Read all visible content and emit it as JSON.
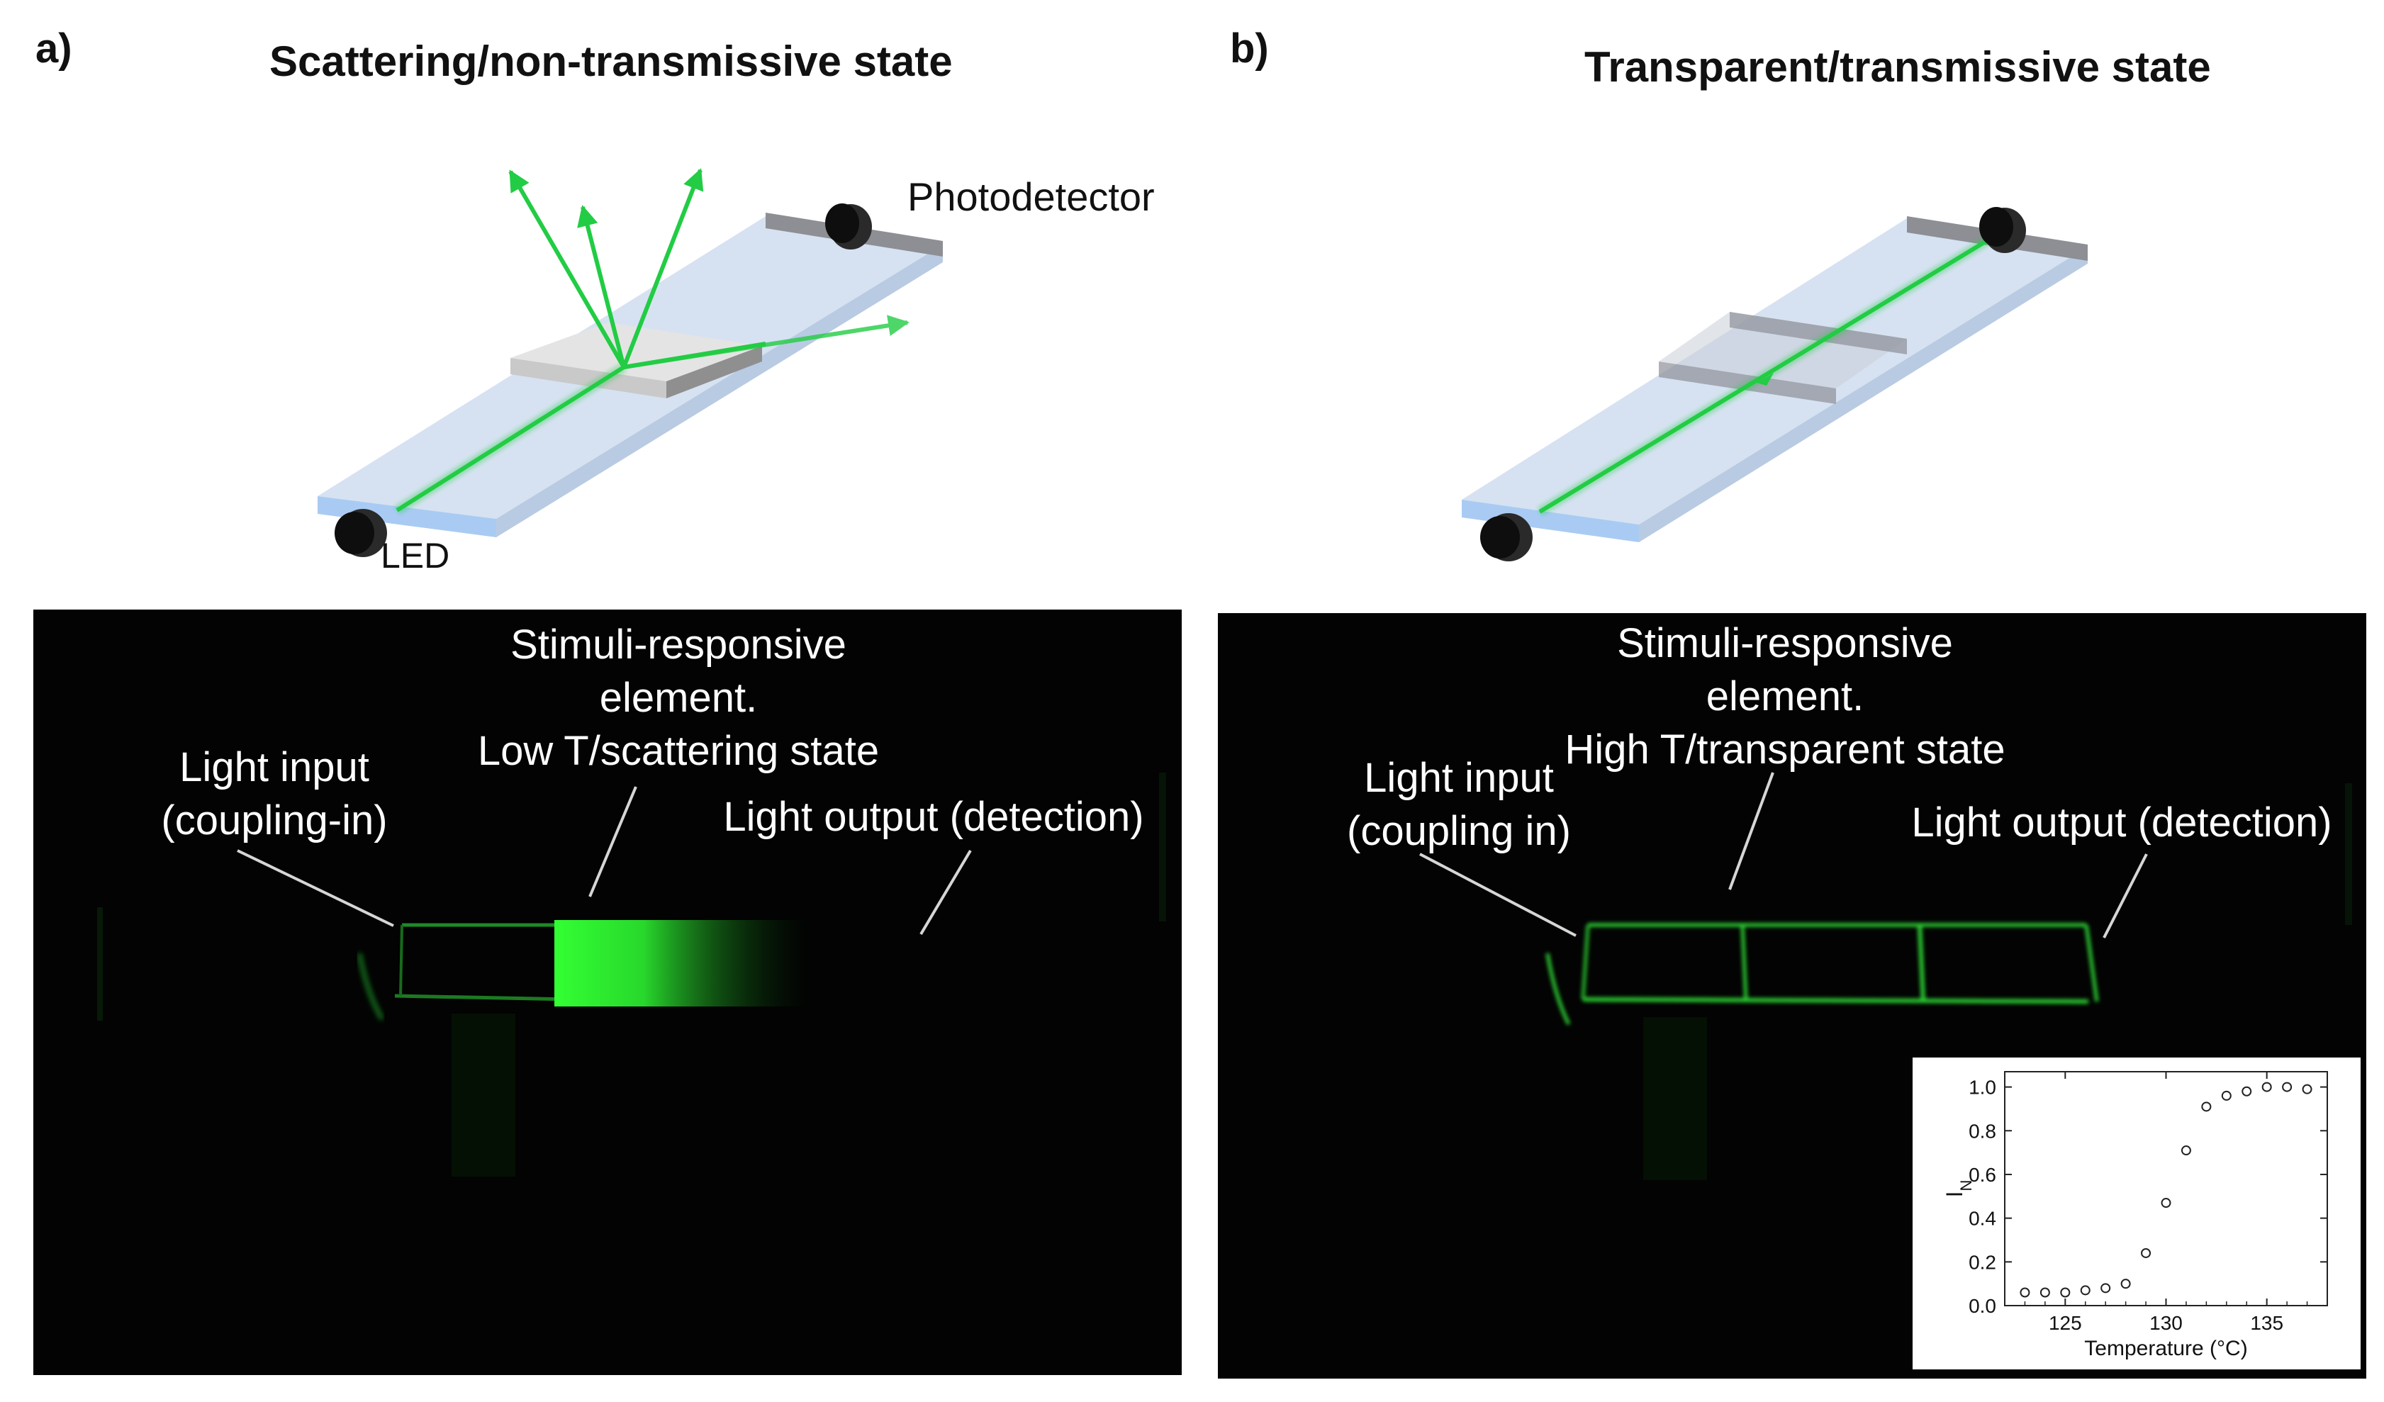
{
  "panel_a": {
    "letter": "a)",
    "title": "Scattering/non-transmissive state",
    "schematic_labels": {
      "photodetector": "Photodetector",
      "led": "LED"
    },
    "photo_labels": {
      "element": [
        "Stimuli-responsive",
        "element.",
        "Low T/scattering state"
      ],
      "input": [
        "Light input",
        "(coupling-in)"
      ],
      "output": "Light output (detection)"
    }
  },
  "panel_b": {
    "letter": "b)",
    "title": "Transparent/transmissive state",
    "photo_labels": {
      "element": [
        "Stimuli-responsive",
        "element.",
        "High T/transparent state"
      ],
      "input": [
        "Light input",
        "(coupling in)"
      ],
      "output": "Light output (detection)"
    }
  },
  "colors": {
    "beam": "#22cc44",
    "glass": "#cfdcef",
    "glass_edge": "#a9c8f0",
    "photo_bg": "#020302",
    "detector": "#111111"
  },
  "icons": [
    "led-icon",
    "photodetector-icon"
  ],
  "chart_data": {
    "type": "scatter",
    "xlabel": "Temperature (°C)",
    "ylabel": "I",
    "ylabel_subscript": "N",
    "xlim": [
      122,
      138
    ],
    "ylim": [
      0,
      1.07
    ],
    "xticks": [
      125,
      130,
      135
    ],
    "xtick_labels": [
      "125",
      "130",
      "135"
    ],
    "yticks": [
      0.0,
      0.2,
      0.4,
      0.6,
      0.8,
      1.0
    ],
    "ytick_labels": [
      "0.0",
      "0.2",
      "0.4",
      "0.6",
      "0.8",
      "1.0"
    ],
    "marker": "open-circle",
    "x": [
      123,
      124,
      125,
      126,
      127,
      128,
      129,
      130,
      131,
      132,
      133,
      134,
      135,
      136,
      137
    ],
    "y": [
      0.06,
      0.06,
      0.06,
      0.07,
      0.08,
      0.1,
      0.24,
      0.47,
      0.71,
      0.91,
      0.96,
      0.98,
      1.0,
      1.0,
      0.99
    ]
  }
}
